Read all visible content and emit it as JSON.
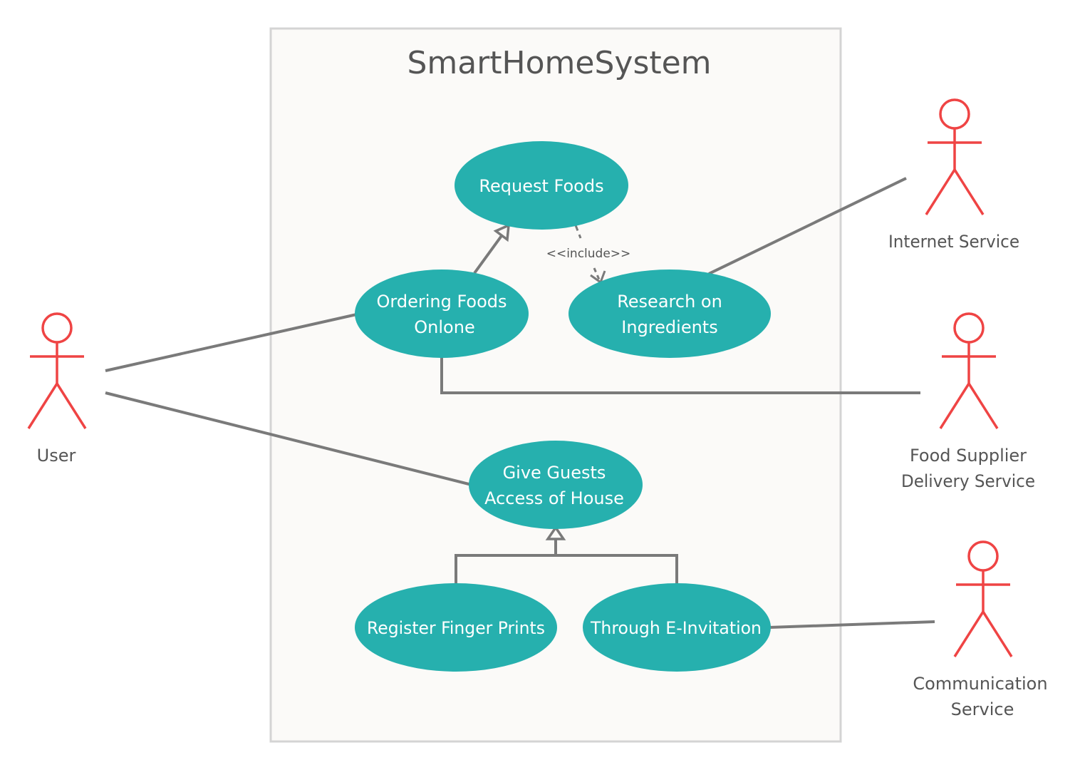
{
  "system": {
    "title": "SmartHomeSystem"
  },
  "colors": {
    "usecase_fill": "#26b0ae",
    "actor_stroke": "#ef4444",
    "connector": "#7a7a7a",
    "boundary_fill": "#fbfaf8",
    "boundary_stroke": "#d4d4d4",
    "text": "#555555"
  },
  "use_cases": {
    "request_foods": [
      "Request Foods"
    ],
    "ordering_foods": [
      "Ordering Foods",
      "Onlone"
    ],
    "research_ingredients": [
      "Research on",
      "Ingredients"
    ],
    "give_guests_access": [
      "Give Guests",
      "Access of House"
    ],
    "register_finger_prints": [
      "Register Finger Prints"
    ],
    "through_e_invitation": [
      "Through E-Invitation"
    ]
  },
  "actors": {
    "user": [
      "User"
    ],
    "internet_service": [
      "Internet Service"
    ],
    "food_supplier": [
      "Food Supplier",
      "Delivery Service"
    ],
    "communication_service": [
      "Communication",
      "Service"
    ]
  },
  "relations": {
    "include_label": "<<include>>"
  }
}
